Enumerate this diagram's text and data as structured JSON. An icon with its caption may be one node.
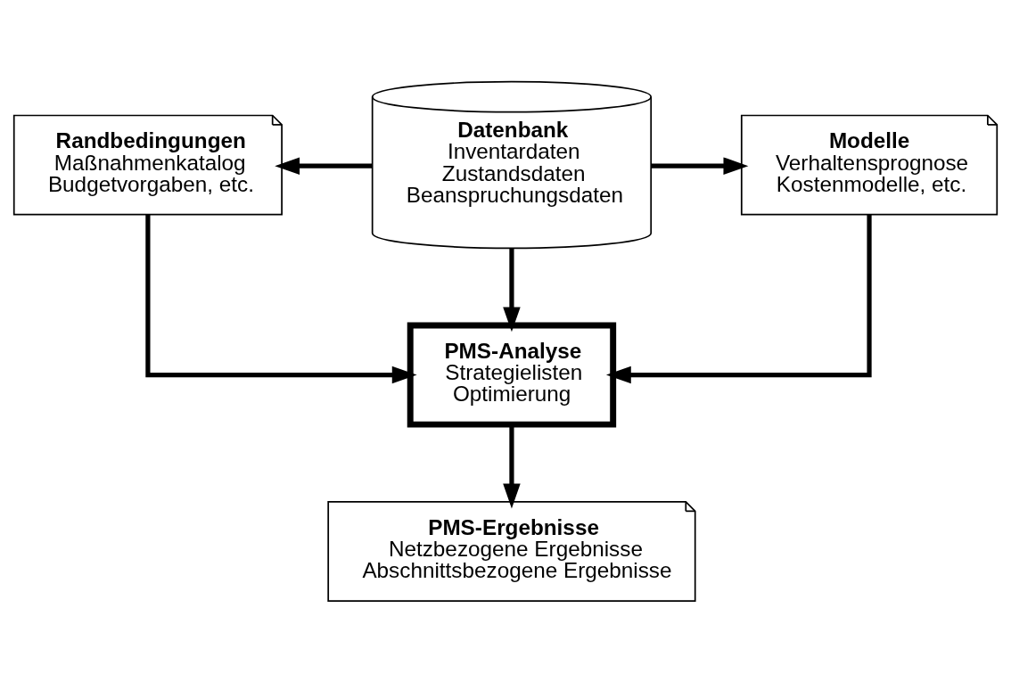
{
  "diagram": {
    "nodes": [
      {
        "text": [
          "Randbedingungen",
          "Maßnahmenkatalog",
          "Budgetvorgaben, etc."
        ]
      },
      {
        "text": [
          "Datenbank",
          "Inventardaten",
          "Zustandsdaten",
          "Beanspruchungsdaten"
        ]
      },
      {
        "text": [
          "Modelle",
          "Verhaltensprognose",
          "Kostenmodelle, etc."
        ]
      },
      {
        "text": [
          "PMS-Analyse",
          "Strategielisten",
          "Optimierung"
        ]
      },
      {
        "text": [
          "PMS-Ergebnisse",
          "Netzbezogene Ergebnisse",
          "Abschnittsbezogene Ergebnisse"
        ]
      }
    ],
    "edges": [
      {
        "from": 1,
        "to": 0,
        "arrow": "to"
      },
      {
        "from": 1,
        "to": 2,
        "arrow": "to"
      },
      {
        "from": 1,
        "to": 3,
        "arrow": "to"
      },
      {
        "from": 0,
        "to": 3,
        "arrow": "to"
      },
      {
        "from": 2,
        "to": 3,
        "arrow": "to"
      },
      {
        "from": 3,
        "to": 4,
        "arrow": "to"
      }
    ]
  }
}
